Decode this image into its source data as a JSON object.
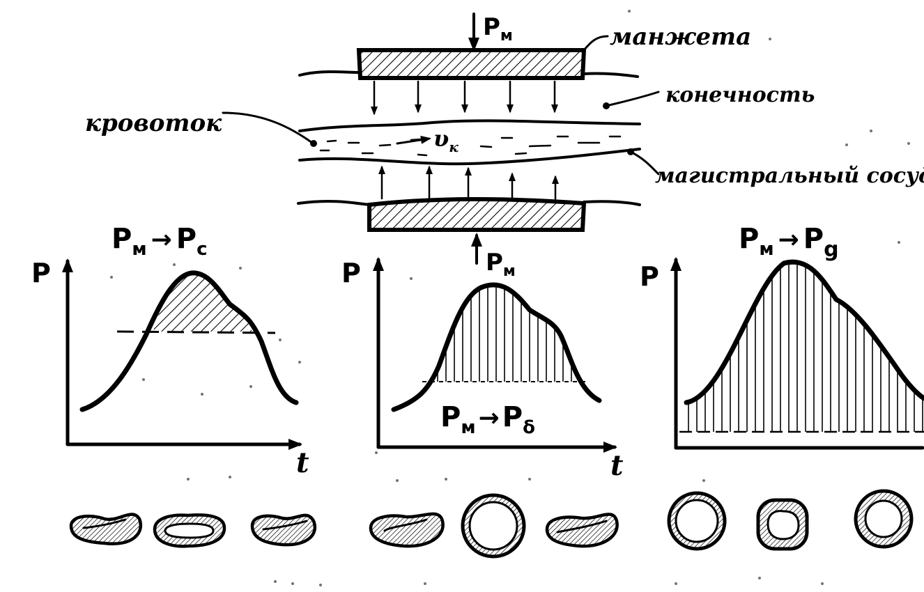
{
  "labels": {
    "cuff": "манжета",
    "limb": "конечность",
    "bloodflow": "кровоток",
    "vessel": "магистральный сосуд",
    "velocity_main": "υ",
    "velocity_sub": "к"
  },
  "pressure": {
    "cuff_P": "P",
    "cuff_sub": "м",
    "axis_p": "P",
    "axis_t": "t",
    "arrow": "→",
    "c_sub": "с",
    "b_sub": "δ",
    "d_sub": "g"
  },
  "graphs": [
    {
      "id": "systolic",
      "title_left_sub": "м",
      "title_right_sub": "с"
    },
    {
      "id": "between",
      "title_left_sub": "м",
      "title_right_sub": "δ"
    },
    {
      "id": "diastolic",
      "title_left_sub": "м",
      "title_right_sub": "g"
    }
  ]
}
